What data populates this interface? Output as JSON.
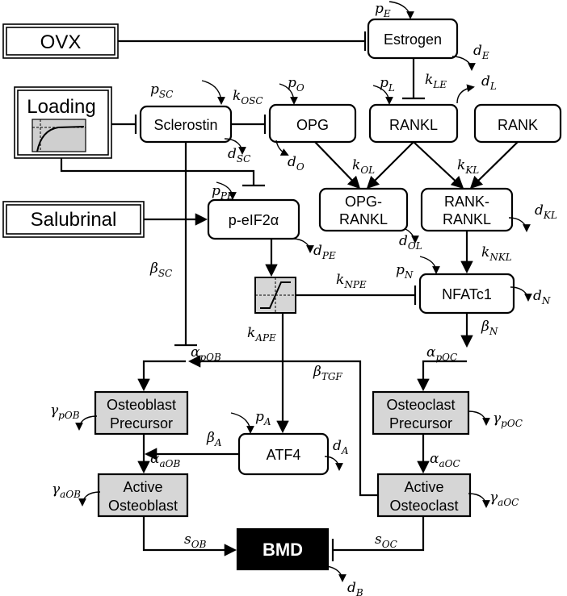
{
  "nodes": {
    "ovx": "OVX",
    "estrogen": "Estrogen",
    "loading": "Loading",
    "sclerostin": "Sclerostin",
    "opg": "OPG",
    "rankl": "RANKL",
    "rank": "RANK",
    "opg_rankl_1": "OPG-",
    "opg_rankl_2": "RANKL",
    "rank_rankl_1": "RANK-",
    "rank_rankl_2": "RANKL",
    "salubrinal": "Salubrinal",
    "peif2a": "p-eIF2α",
    "nfatc1": "NFATc1",
    "ob_precursor_1": "Osteoblast",
    "ob_precursor_2": "Precursor",
    "oc_precursor_1": "Osteoclast",
    "oc_precursor_2": "Precursor",
    "atf4": "ATF4",
    "active_ob_1": "Active",
    "active_ob_2": "Osteoblast",
    "active_oc_1": "Active",
    "active_oc_2": "Osteoclast",
    "bmd": "BMD"
  },
  "params": [
    {
      "id": "p_E",
      "base": "p",
      "sub": "E"
    },
    {
      "id": "d_E",
      "base": "d",
      "sub": "E"
    },
    {
      "id": "k_LE",
      "base": "k",
      "sub": "LE"
    },
    {
      "id": "p_SC",
      "base": "p",
      "sub": "SC"
    },
    {
      "id": "k_OSC",
      "base": "k",
      "sub": "OSC"
    },
    {
      "id": "p_O",
      "base": "p",
      "sub": "O"
    },
    {
      "id": "p_L",
      "base": "p",
      "sub": "L"
    },
    {
      "id": "d_L",
      "base": "d",
      "sub": "L"
    },
    {
      "id": "d_SC",
      "base": "d",
      "sub": "SC"
    },
    {
      "id": "d_O",
      "base": "d",
      "sub": "O"
    },
    {
      "id": "k_OL",
      "base": "k",
      "sub": "OL"
    },
    {
      "id": "k_KL",
      "base": "k",
      "sub": "KL"
    },
    {
      "id": "p_PE",
      "base": "p",
      "sub": "PE"
    },
    {
      "id": "d_KL",
      "base": "d",
      "sub": "KL"
    },
    {
      "id": "d_OL",
      "base": "d",
      "sub": "OL"
    },
    {
      "id": "k_NKL",
      "base": "k",
      "sub": "NKL"
    },
    {
      "id": "d_PE",
      "base": "d",
      "sub": "PE"
    },
    {
      "id": "beta_SC",
      "base": "β",
      "sub": "SC"
    },
    {
      "id": "p_N",
      "base": "p",
      "sub": "N"
    },
    {
      "id": "k_NPE",
      "base": "k",
      "sub": "NPE"
    },
    {
      "id": "d_N",
      "base": "d",
      "sub": "N"
    },
    {
      "id": "k_APE",
      "base": "k",
      "sub": "APE"
    },
    {
      "id": "beta_N",
      "base": "β",
      "sub": "N"
    },
    {
      "id": "alpha_pOB",
      "base": "α",
      "sub": "pOB"
    },
    {
      "id": "beta_TGF",
      "base": "β",
      "sub": "TGF"
    },
    {
      "id": "alpha_pOC",
      "base": "α",
      "sub": "pOC"
    },
    {
      "id": "gamma_pOB",
      "base": "γ",
      "sub": "pOB"
    },
    {
      "id": "gamma_pOC",
      "base": "γ",
      "sub": "pOC"
    },
    {
      "id": "p_A",
      "base": "p",
      "sub": "A"
    },
    {
      "id": "beta_A",
      "base": "β",
      "sub": "A"
    },
    {
      "id": "d_A",
      "base": "d",
      "sub": "A"
    },
    {
      "id": "alpha_aOB",
      "base": "α",
      "sub": "aOB"
    },
    {
      "id": "alpha_aOC",
      "base": "α",
      "sub": "aOC"
    },
    {
      "id": "gamma_aOB",
      "base": "γ",
      "sub": "aOB"
    },
    {
      "id": "gamma_aOC",
      "base": "γ",
      "sub": "aOC"
    },
    {
      "id": "s_OB",
      "base": "s",
      "sub": "OB"
    },
    {
      "id": "s_OC",
      "base": "s",
      "sub": "OC"
    },
    {
      "id": "d_B",
      "base": "d",
      "sub": "B"
    }
  ],
  "colors": {
    "box_fill": "#ffffff",
    "cell_fill": "#d6d6d6",
    "bmd_fill": "#000000",
    "stroke": "#000000"
  }
}
